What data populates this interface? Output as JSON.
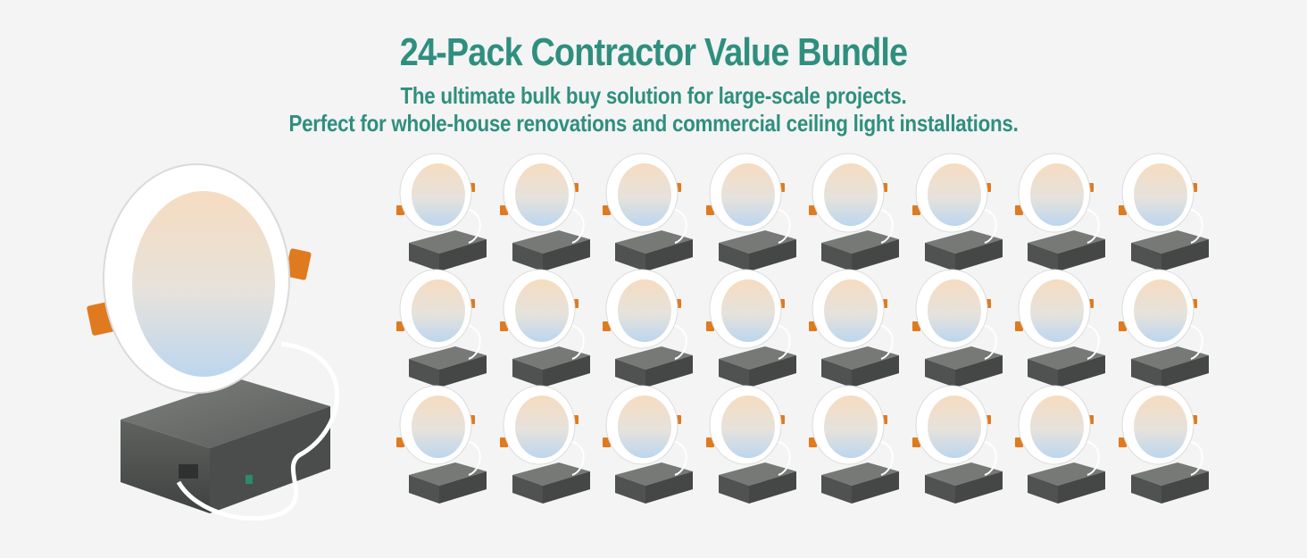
{
  "banner": {
    "title": "24-Pack Contractor Value Bundle",
    "subtitle_line1": "The ultimate bulk buy solution for large-scale projects.",
    "subtitle_line2": "Perfect for whole-house renovations and commercial ceiling light installations."
  },
  "product": {
    "grid_rows": 3,
    "grid_cols": 8
  },
  "colors": {
    "text": "#2f8f7e",
    "background": "#f4f4f5",
    "trim": "#ffffff",
    "lens_warm": "#f6dcc0",
    "lens_cool": "#bcd6ee",
    "clip": "#e07a1f",
    "junction_box": "#5e615f"
  }
}
